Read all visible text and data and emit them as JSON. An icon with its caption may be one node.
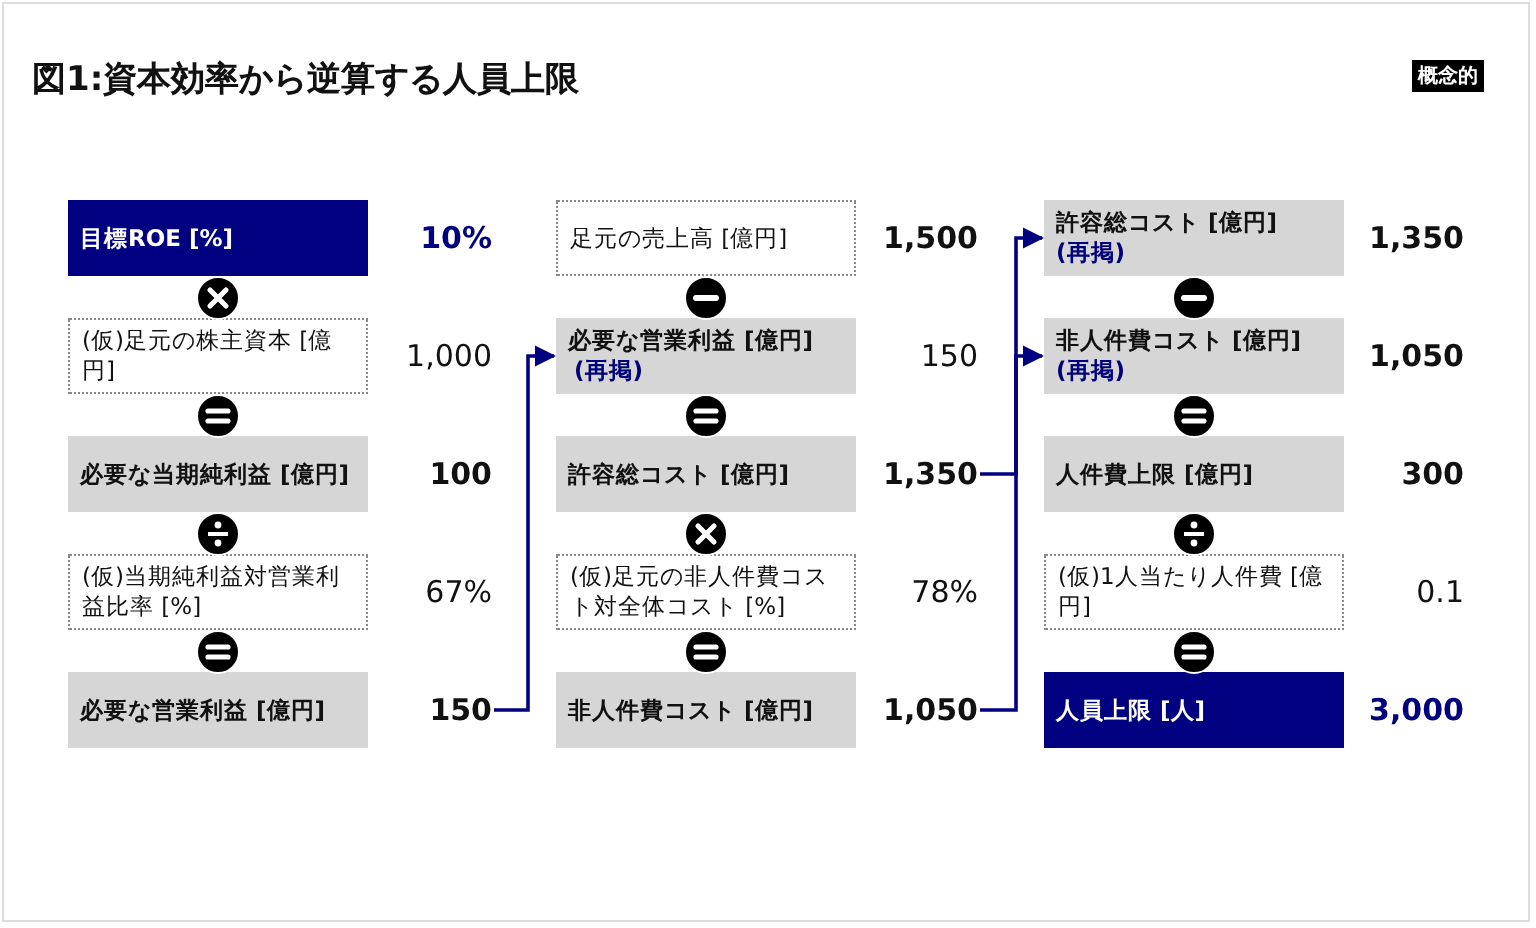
{
  "diagram": {
    "title": "図1:資本効率から逆算する人員上限",
    "nodes": [
      {
        "text": [
          "目標ROE [%]"
        ],
        "beside": [
          "10%"
        ]
      },
      {
        "text": [
          "(仮)足元の株主資本 [億円]"
        ],
        "beside": [
          "1,000"
        ]
      },
      {
        "text": [
          "必要な当期純利益 [億円]"
        ],
        "beside": [
          "100"
        ]
      },
      {
        "text": [
          "(仮)当期純利益対営業利益比率 [%]"
        ],
        "beside": [
          "67%"
        ]
      },
      {
        "text": [
          "必要な営業利益 [億円]"
        ],
        "beside": [
          "150"
        ]
      },
      {
        "text": [
          "足元の売上高 [億円]"
        ],
        "beside": [
          "1,500"
        ]
      },
      {
        "text": [
          "必要な営業利益 [億円]",
          "(再掲)"
        ],
        "beside": [
          "150"
        ]
      },
      {
        "text": [
          "許容総コスト [億円]"
        ],
        "beside": [
          "1,350"
        ]
      },
      {
        "text": [
          "(仮)足元の非人件費コスト対全体コスト [%]"
        ],
        "beside": [
          "78%"
        ]
      },
      {
        "text": [
          "非人件費コスト [億円]"
        ],
        "beside": [
          "1,050"
        ]
      },
      {
        "text": [
          "許容総コスト [億円]",
          "(再掲)"
        ],
        "beside": [
          "1,350"
        ]
      },
      {
        "text": [
          "非人件費コスト [億円]",
          "(再掲)"
        ],
        "beside": [
          "1,050"
        ]
      },
      {
        "text": [
          "人件費上限 [億円]"
        ],
        "beside": [
          "300"
        ]
      },
      {
        "text": [
          "(仮)1人当たり人件費 [億円]"
        ],
        "beside": [
          "0.1"
        ]
      },
      {
        "text": [
          "人員上限 [人]"
        ],
        "beside": [
          "3,000"
        ]
      }
    ],
    "edges": [
      {
        "from": 4,
        "to": 6,
        "arrow": "to"
      },
      {
        "from": 7,
        "to": 10,
        "arrow": "to"
      },
      {
        "from": 9,
        "to": 11,
        "arrow": "to"
      }
    ],
    "labels": [
      "概念的"
    ]
  }
}
